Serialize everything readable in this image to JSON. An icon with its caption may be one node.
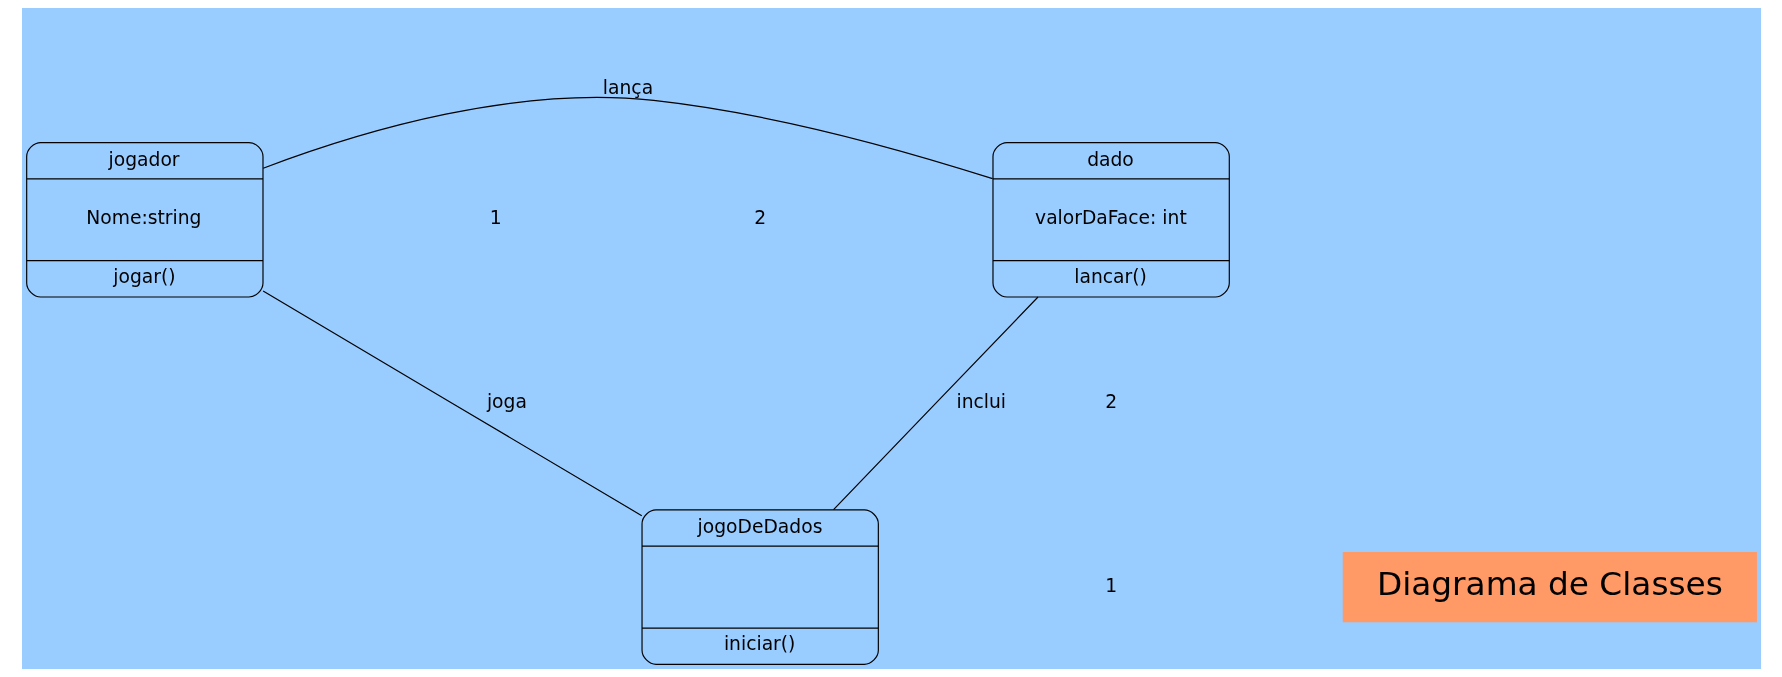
{
  "diagram": {
    "nodes": [
      {
        "text": [
          "jogador",
          "Nome:string",
          "jogar()"
        ]
      },
      {
        "text": [
          "dado",
          "valorDaFace: int",
          "lancar()"
        ]
      },
      {
        "text": [
          "jogoDeDados",
          "iniciar()"
        ]
      },
      {
        "text": [
          "Diagrama de Classes"
        ]
      }
    ],
    "edges": [
      {
        "from": 0,
        "to": 1,
        "arrow": "none",
        "label": "lança"
      },
      {
        "from": 0,
        "to": 2,
        "arrow": "none",
        "label": "joga"
      },
      {
        "from": 1,
        "to": 2,
        "arrow": "none",
        "label": "inclui"
      }
    ],
    "labels": [
      "1",
      "2",
      "2",
      "1"
    ]
  }
}
